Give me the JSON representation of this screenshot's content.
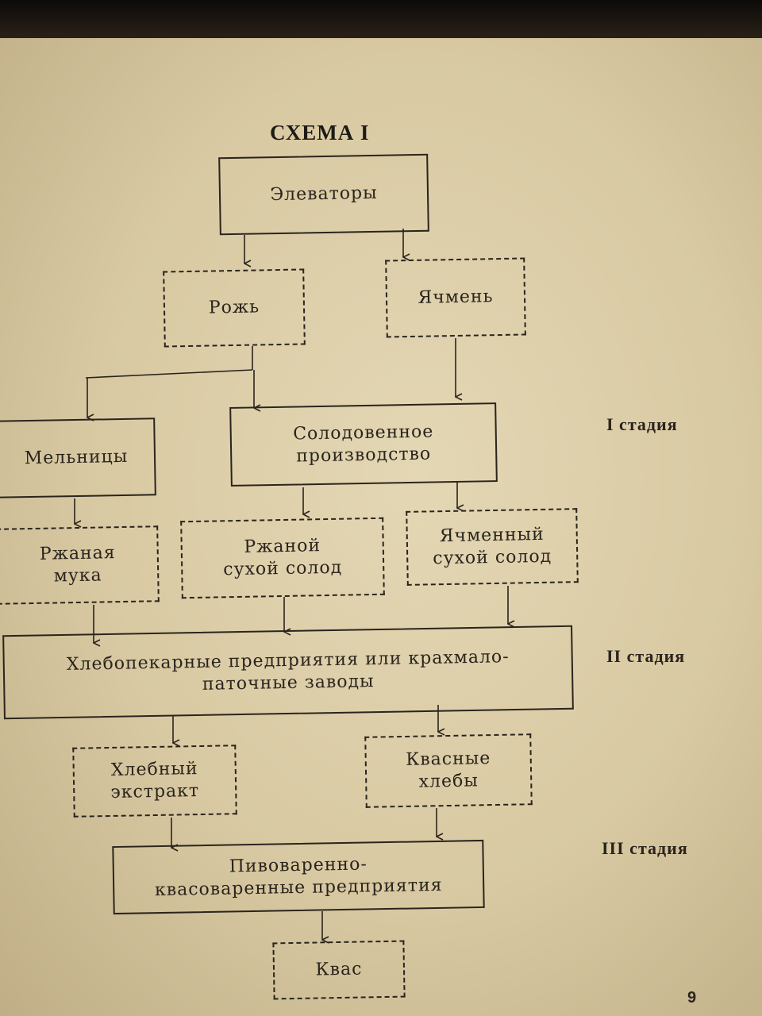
{
  "diagram": {
    "title": "СХЕМА I",
    "nodes": {
      "elevators": "Элеваторы",
      "rye": "Рожь",
      "barley": "Ячмень",
      "mills": "Мельницы",
      "malt_production": "Солодовенное производство",
      "rye_flour": "Ржаная мука",
      "rye_dry_malt": "Ржаной сухой солод",
      "barley_dry_malt": "Ячменный сухой солод",
      "bakeries": "Хлебопекарные предприятия или крахмало-паточные заводы",
      "bread_extract": "Хлебный экстракт",
      "kvass_breads": "Квасные хлебы",
      "breweries": "Пивоваренно-квасоваренные предприятия",
      "kvass": "Квас"
    },
    "stages": {
      "stage1": "I стадия",
      "stage2": "II стадия",
      "stage3": "III стадия"
    },
    "page_number": "9"
  }
}
